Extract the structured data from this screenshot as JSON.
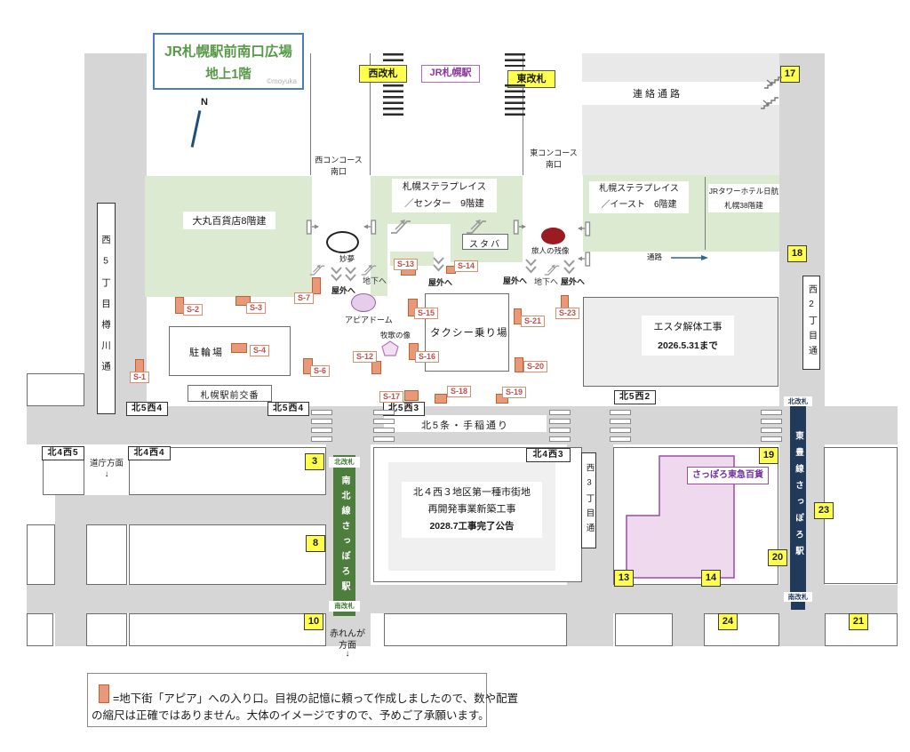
{
  "title": {
    "line1": "JR札幌駅前南口広場",
    "line2": "地上1階",
    "credit": "©moyuka"
  },
  "compass": {
    "label": "N"
  },
  "station": {
    "west_gate": "西改札",
    "name": "JR札幌駅",
    "east_gate": "東改札",
    "west_concourse_line1": "西コンコース",
    "west_concourse_line2": "南口",
    "east_concourse_line1": "東コンコース",
    "east_concourse_line2": "南口"
  },
  "buildings": {
    "daimaru": "大丸百貨店8階建",
    "stellar_center_line1": "札幌ステラプレイス",
    "stellar_center_line2": "／センター　9階建",
    "stellar_east_line1": "札幌ステラプレイス",
    "stellar_east_line2": "／イースト　6階建",
    "jr_tower_line1": "JRタワーホテル日航",
    "jr_tower_line2": "札幌38階建",
    "esta_line1": "エスタ解体工事",
    "esta_line2": "2026.5.31まで",
    "tokyu": "さっぽろ東急百貨",
    "redev_line1": "北４西３地区第一種市街地",
    "redev_line2": "再開発事業新築工事",
    "redev_line3": "2028.7工事完了公告",
    "bicycle_parking": "駐輪場",
    "police_box": "札幌駅前交番",
    "taxi_stand": "タクシー乗り場",
    "starbucks": "スタバ"
  },
  "monuments": {
    "myomu": "妙夢",
    "travelers_remnant": "旅人の残像",
    "apia_dome": "アピアドーム",
    "pastoral_statue": "牧歌の像"
  },
  "roads": {
    "west5_street": "西5丁目樽川通",
    "west2_street": "西2丁目通",
    "west3_street": "西3丁目通",
    "kita5_street": "北5条・手稲通り",
    "passage": "連絡通路",
    "corridor": "通路"
  },
  "intersections": {
    "kita5_nishi4_left": "北5西4",
    "kita5_nishi4_right": "北5西4",
    "kita5_nishi3": "北5西3",
    "kita5_nishi2": "北5西2",
    "kita4_nishi5": "北4西5",
    "kita4_nishi4": "北4西4",
    "kita4_nishi3": "北4西3"
  },
  "subway": {
    "namboku_line": "南北線さっぽろ駅",
    "toho_line": "東豊線さっぽろ駅",
    "namboku_north_gate": "北改札",
    "namboku_south_gate": "南改札",
    "toho_north_gate": "北改札",
    "toho_south_gate": "南改札"
  },
  "directions": {
    "docho": "道庁方面",
    "docho_arrow": "↓",
    "akarenga_line1": "赤れんが",
    "akarenga_line2": "方面",
    "akarenga_arrow": "↓"
  },
  "flow_labels": {
    "outdoor": "屋外へ",
    "underground": "地下へ"
  },
  "entrances": [
    "S-1",
    "S-2",
    "S-3",
    "S-4",
    "S-6",
    "S-7",
    "S-12",
    "S-13",
    "S-14",
    "S-15",
    "S-16",
    "S-17",
    "S-18",
    "S-19",
    "S-20",
    "S-21",
    "S-23"
  ],
  "exit_numbers": [
    "17",
    "18",
    "3",
    "8",
    "10",
    "13",
    "14",
    "19",
    "20",
    "21",
    "23",
    "24"
  ],
  "legend": {
    "line1": "=地下街「アピア」への入り口。目視の記憶に頼って作成しましたので、数や配置",
    "line2": "の縮尺は正確ではありません。大体のイメージですので、予めご了承願います。"
  },
  "colors": {
    "road": "#d6d6d6",
    "building_green": "#dcead2",
    "accent_yellow": "#ffff4d",
    "entrance_orange": "#e8997a",
    "namboku_green": "#4e7e3e",
    "toho_navy": "#1f3a5a",
    "tokyu_pink": "#eed9ee",
    "tokyu_purple": "#9a4f9e",
    "title_green": "#569a48",
    "title_border": "#4a7ebb"
  }
}
